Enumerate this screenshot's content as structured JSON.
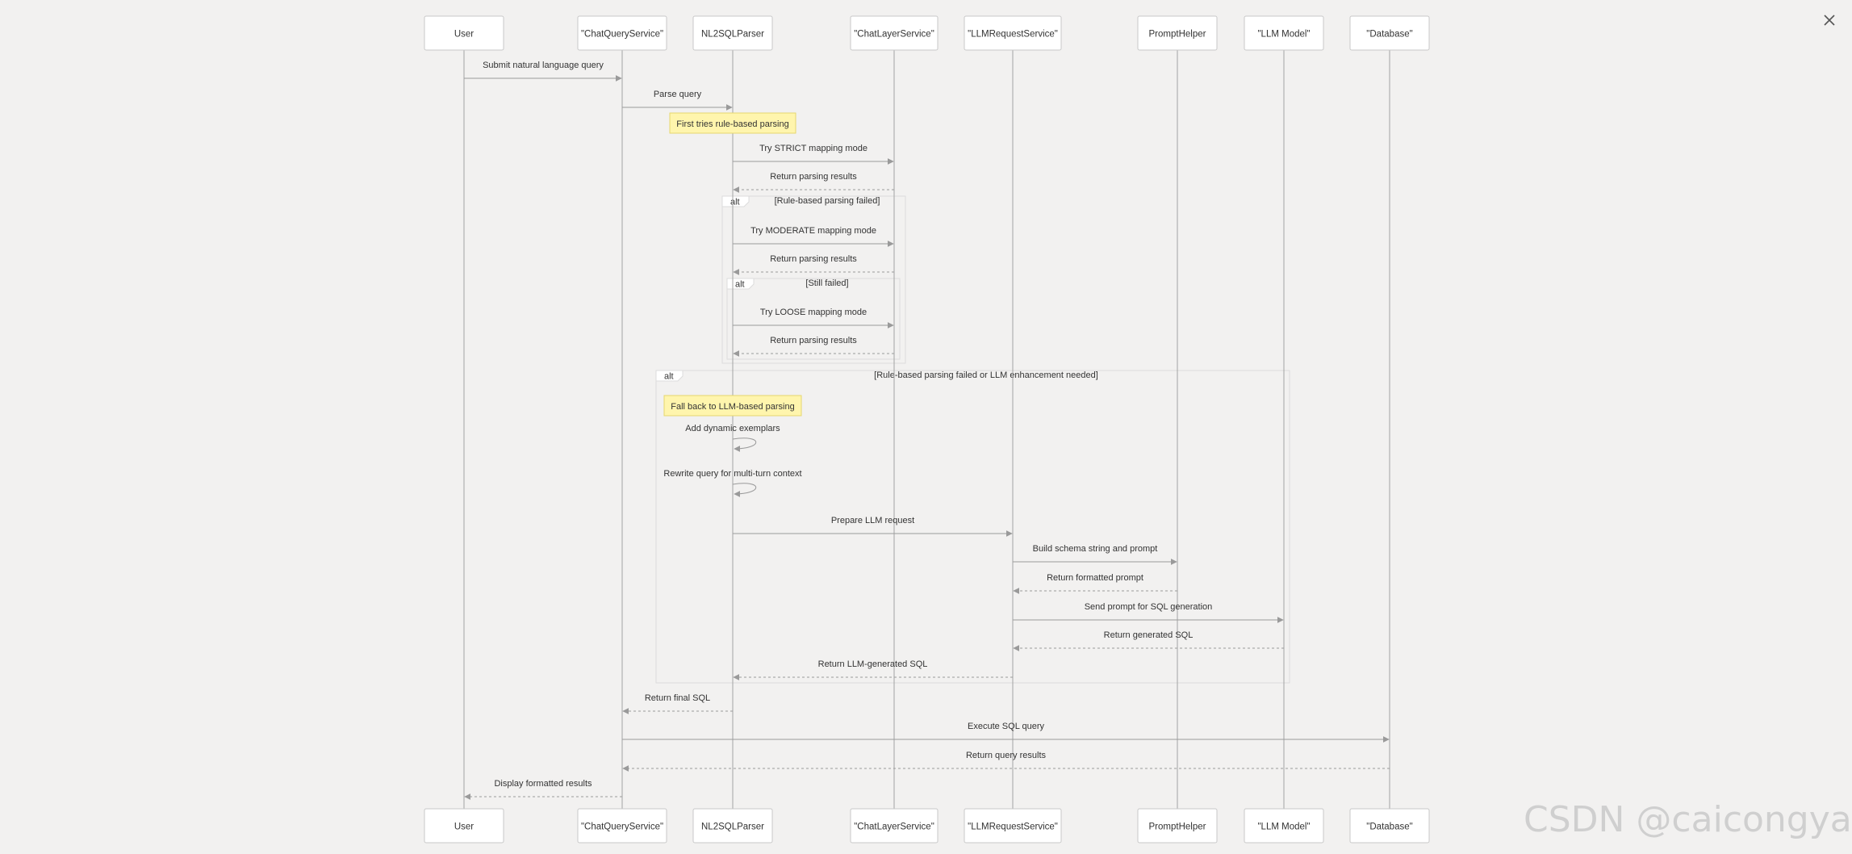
{
  "participants": [
    {
      "id": "user",
      "label": "User"
    },
    {
      "id": "cqs",
      "label": "\"ChatQueryService\""
    },
    {
      "id": "nl2sql",
      "label": "NL2SQLParser"
    },
    {
      "id": "cls",
      "label": "\"ChatLayerService\""
    },
    {
      "id": "llmreq",
      "label": "\"LLMRequestService\""
    },
    {
      "id": "prompt",
      "label": "PromptHelper"
    },
    {
      "id": "llm",
      "label": "\"LLM Model\""
    },
    {
      "id": "db",
      "label": "\"Database\""
    }
  ],
  "messages": [
    {
      "from": "user",
      "to": "cqs",
      "label": "Submit natural language query",
      "style": "solid"
    },
    {
      "from": "cqs",
      "to": "nl2sql",
      "label": "Parse query",
      "style": "solid"
    },
    {
      "from": "nl2sql",
      "to": "cls",
      "label": "Try STRICT mapping mode",
      "style": "solid"
    },
    {
      "from": "cls",
      "to": "nl2sql",
      "label": "Return parsing results",
      "style": "dashed"
    },
    {
      "from": "nl2sql",
      "to": "cls",
      "label": "Try MODERATE mapping mode",
      "style": "solid"
    },
    {
      "from": "cls",
      "to": "nl2sql",
      "label": "Return parsing results",
      "style": "dashed"
    },
    {
      "from": "nl2sql",
      "to": "cls",
      "label": "Try LOOSE mapping mode",
      "style": "solid"
    },
    {
      "from": "cls",
      "to": "nl2sql",
      "label": "Return parsing results",
      "style": "dashed"
    },
    {
      "from": "nl2sql",
      "to": "nl2sql",
      "label": "Add dynamic exemplars",
      "style": "self"
    },
    {
      "from": "nl2sql",
      "to": "nl2sql",
      "label": "Rewrite query for multi-turn context",
      "style": "self"
    },
    {
      "from": "nl2sql",
      "to": "llmreq",
      "label": "Prepare LLM request",
      "style": "solid"
    },
    {
      "from": "llmreq",
      "to": "prompt",
      "label": "Build schema string and prompt",
      "style": "solid"
    },
    {
      "from": "prompt",
      "to": "llmreq",
      "label": "Return formatted prompt",
      "style": "dashed"
    },
    {
      "from": "llmreq",
      "to": "llm",
      "label": "Send prompt for SQL generation",
      "style": "solid"
    },
    {
      "from": "llm",
      "to": "llmreq",
      "label": "Return generated SQL",
      "style": "dashed"
    },
    {
      "from": "llmreq",
      "to": "nl2sql",
      "label": "Return LLM-generated SQL",
      "style": "dashed"
    },
    {
      "from": "nl2sql",
      "to": "cqs",
      "label": "Return final SQL",
      "style": "dashed"
    },
    {
      "from": "cqs",
      "to": "db",
      "label": "Execute SQL query",
      "style": "solid"
    },
    {
      "from": "db",
      "to": "cqs",
      "label": "Return query results",
      "style": "dashed"
    },
    {
      "from": "cqs",
      "to": "user",
      "label": "Display formatted results",
      "style": "dashed"
    }
  ],
  "notes": [
    {
      "over": "nl2sql",
      "label": "First tries rule-based parsing"
    },
    {
      "over": "nl2sql",
      "label": "Fall back to LLM-based parsing"
    }
  ],
  "fragments": [
    {
      "keyword": "alt",
      "condition": "[Rule-based parsing failed]"
    },
    {
      "keyword": "alt",
      "condition": "[Still failed]"
    },
    {
      "keyword": "alt",
      "condition": "[Rule-based parsing failed or LLM enhancement needed]"
    }
  ],
  "watermark": "CSDN @caicongyang",
  "colors": {
    "background": "#f2f1f0",
    "line": "#a3a3a3",
    "note": "#fff5ad",
    "note_border": "#e6d86e",
    "text": "#333333"
  }
}
